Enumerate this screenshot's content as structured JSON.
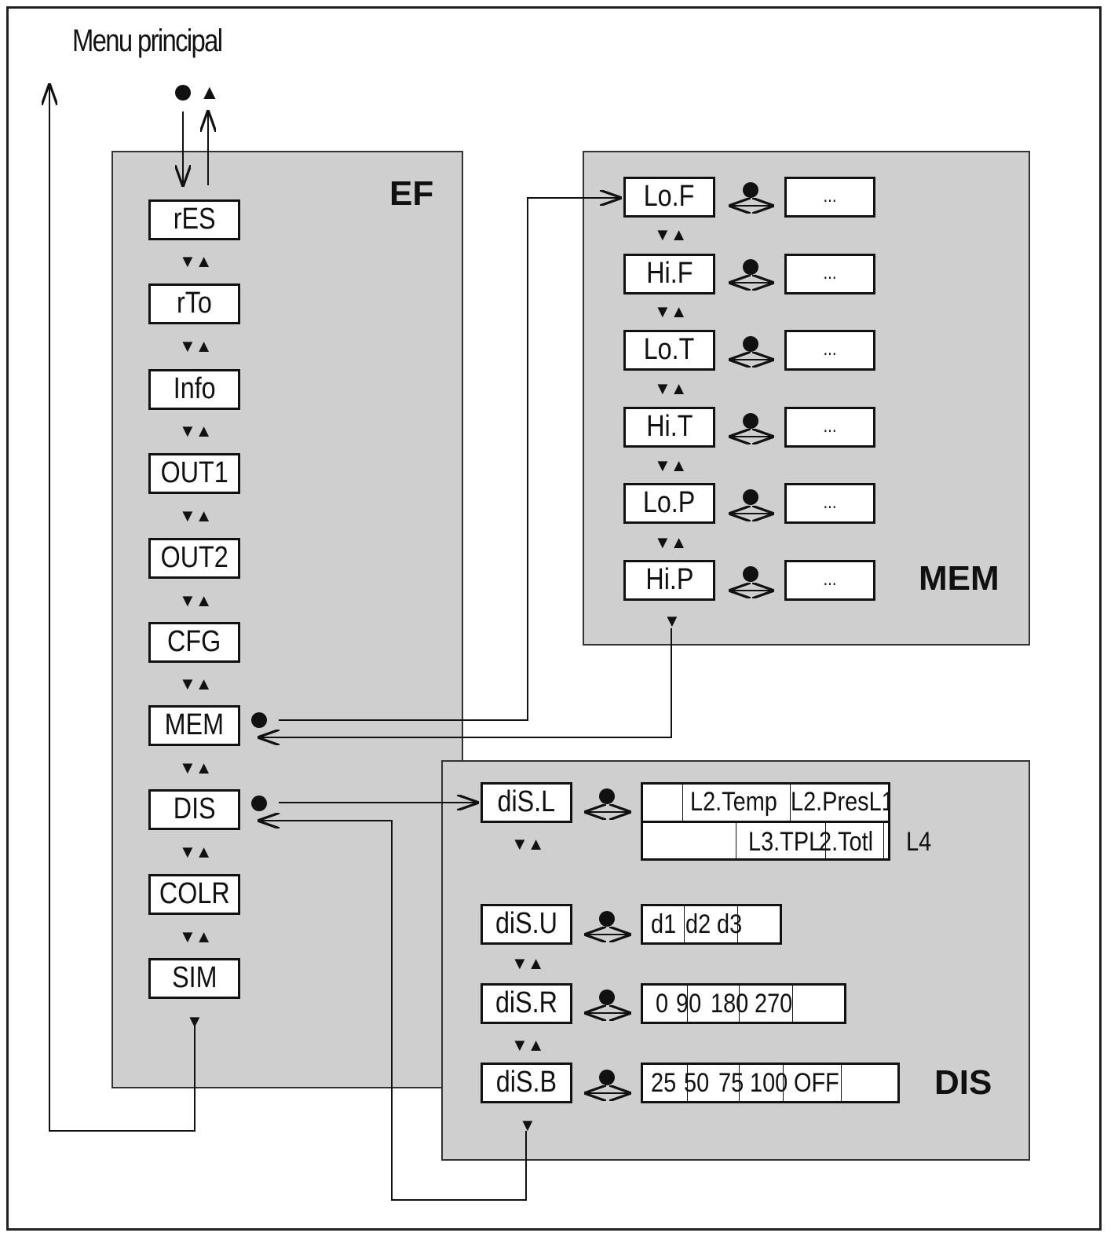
{
  "title": "Menu principal",
  "ef": {
    "label": "EF",
    "items": [
      "rES",
      "rTo",
      "Info",
      "OUT1",
      "OUT2",
      "CFG",
      "MEM",
      "DIS",
      "COLR",
      "SIM"
    ]
  },
  "mem": {
    "label": "MEM",
    "items": [
      "Lo.F",
      "Hi.F",
      "Lo.T",
      "Hi.T",
      "Lo.P",
      "Hi.P"
    ],
    "value": "..."
  },
  "dis": {
    "label": "DIS",
    "items": [
      "diS.L",
      "diS.U",
      "diS.R",
      "diS.B"
    ],
    "disL_row1": [
      "L2.Temp",
      "L2.PresL1"
    ],
    "disL_row2": [
      "L3.TPL",
      "2.Totl"
    ],
    "disL_extra": "L4",
    "disU_values": [
      "d1",
      "d2",
      "d3"
    ],
    "disR_values": [
      "0",
      "90",
      "180",
      "270"
    ],
    "disB_values": [
      "25",
      "50",
      "75",
      "100",
      "OFF"
    ]
  },
  "symbols": {
    "updown": "▼▲",
    "down": "▼",
    "up": "▲",
    "dot": "●"
  }
}
